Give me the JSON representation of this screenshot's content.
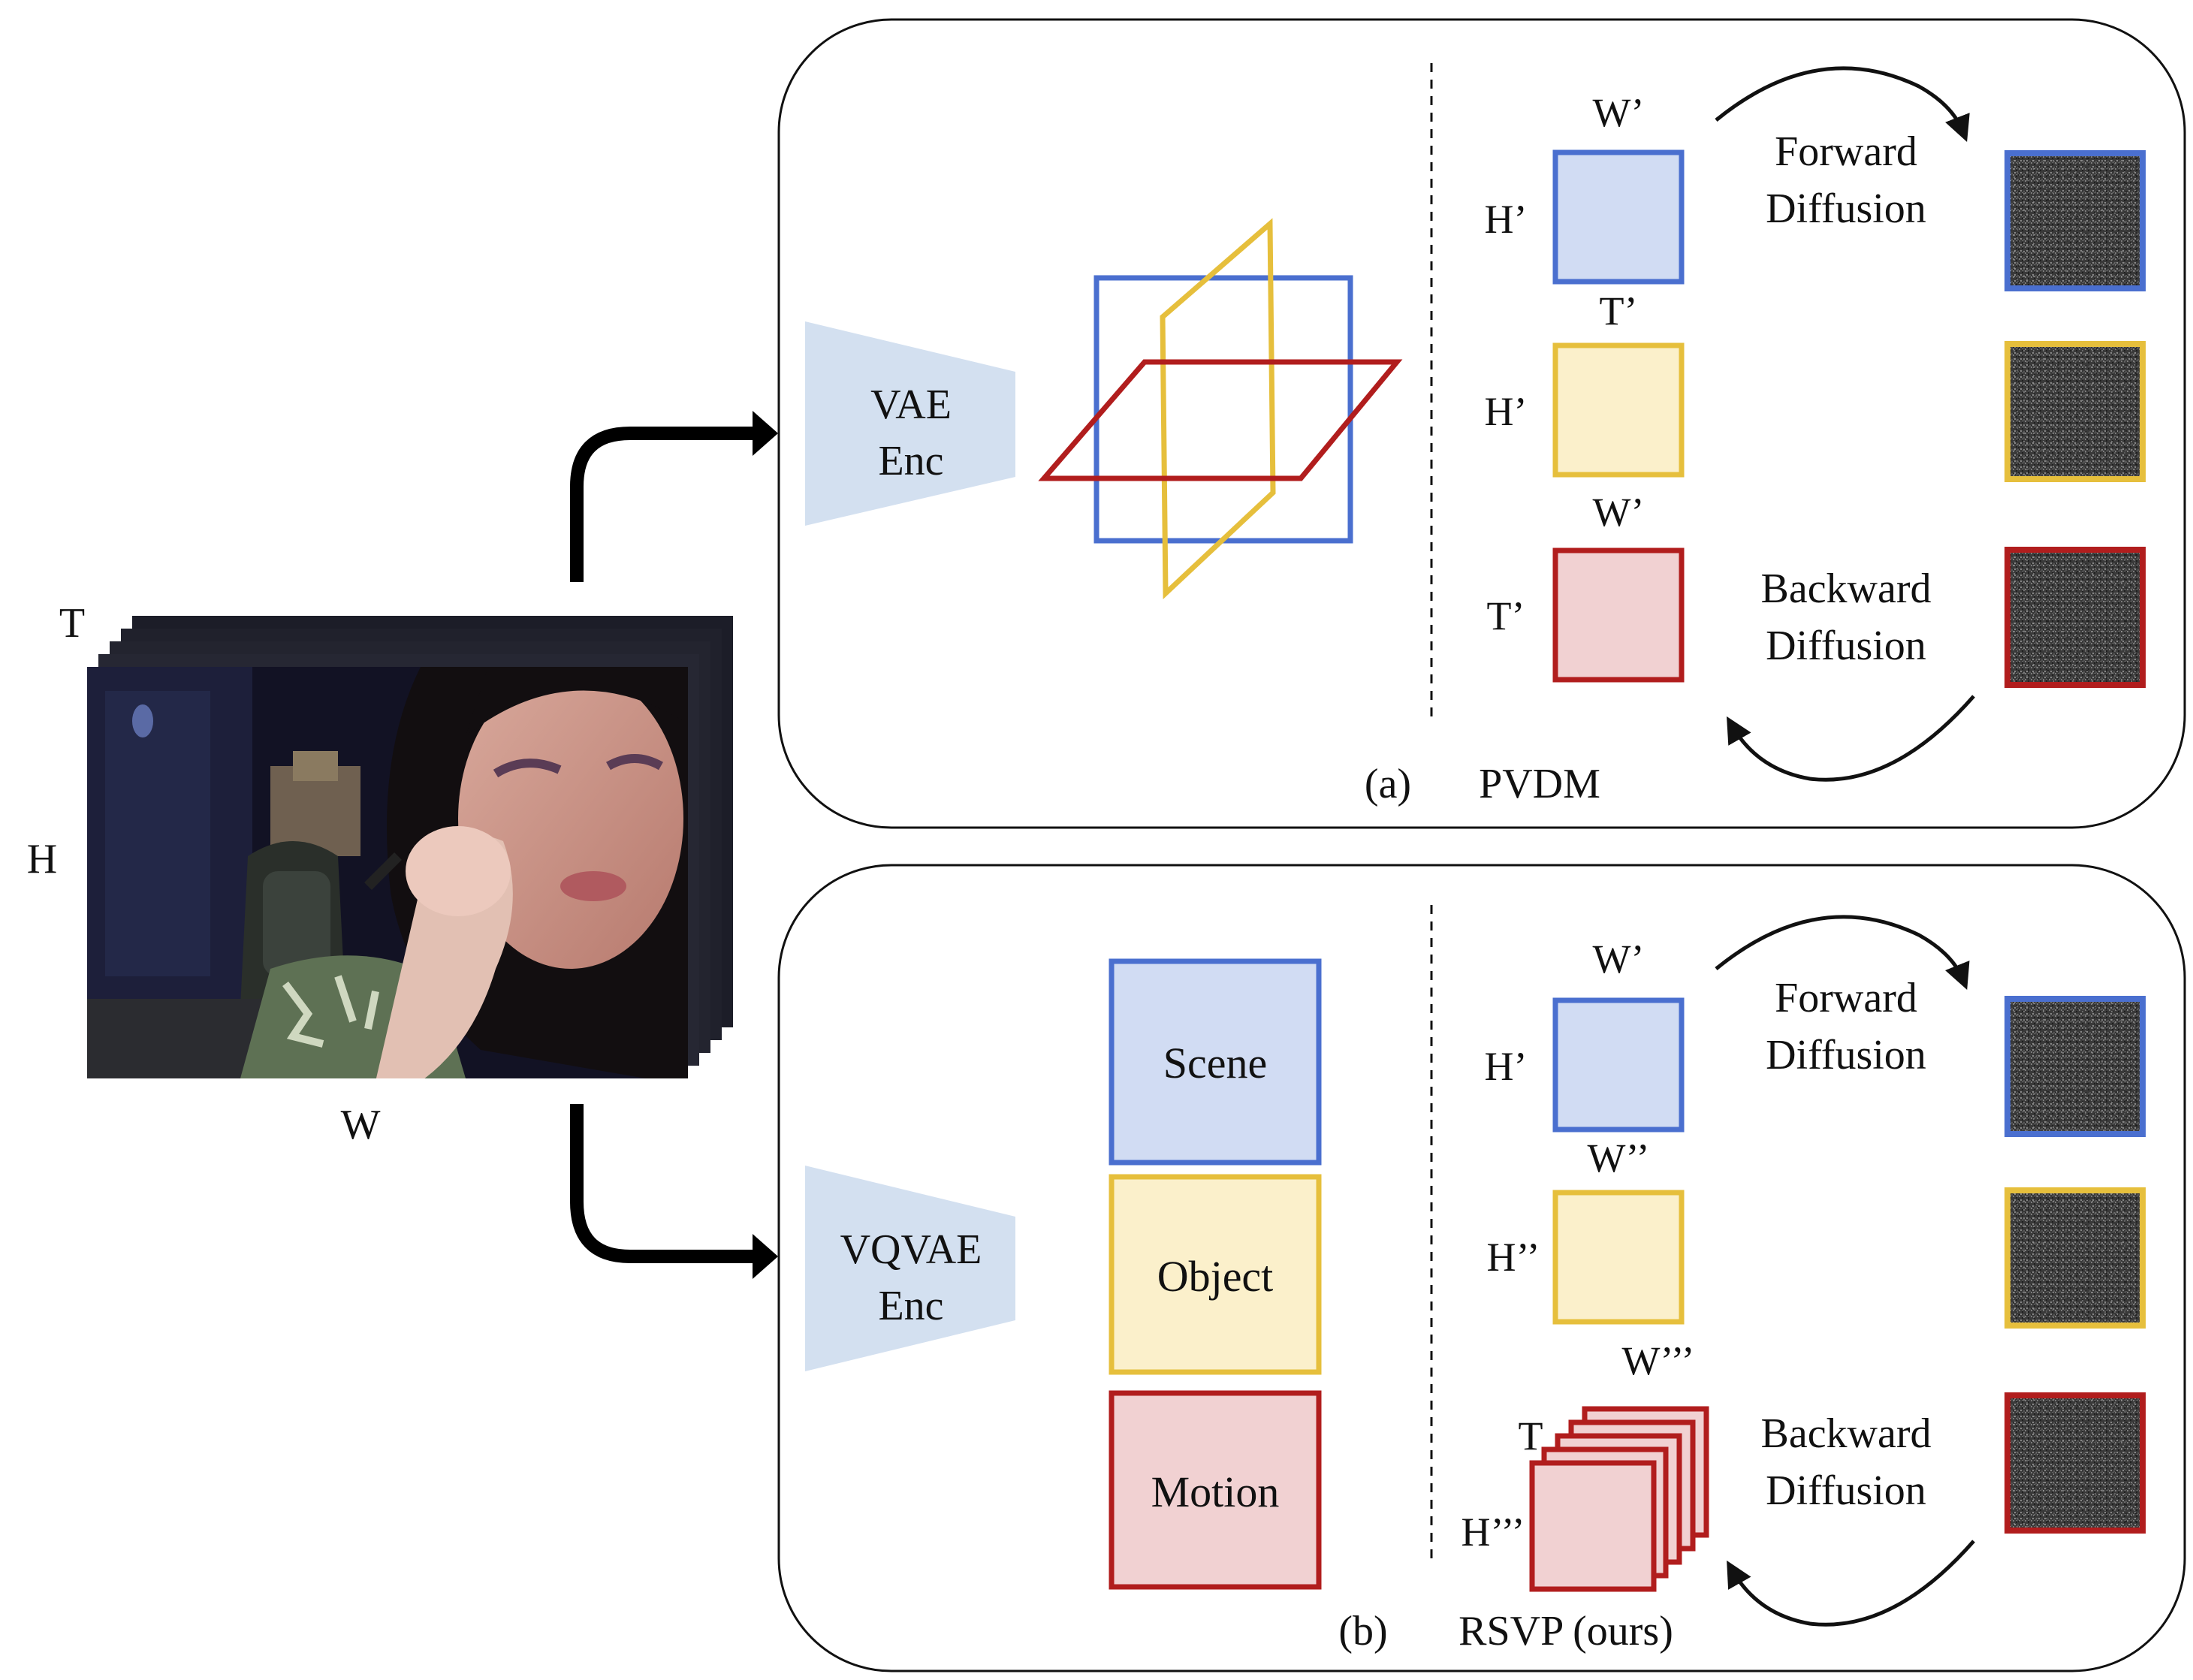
{
  "video": {
    "t_label": "T",
    "h_label": "H",
    "w_label": "W"
  },
  "panel_a": {
    "encoder_lines": [
      "VAE",
      "Enc"
    ],
    "caption_letter": "(a)",
    "caption_name": "PVDM",
    "planes": [
      {
        "color": "blue",
        "top_label": "W’",
        "side_label": "H’"
      },
      {
        "color": "yellow",
        "top_label": "T’",
        "side_label": "H’"
      },
      {
        "color": "red",
        "top_label": "W’",
        "side_label": "T’"
      }
    ],
    "forward": [
      "Forward",
      "Diffusion"
    ],
    "backward": [
      "Backward",
      "Diffusion"
    ]
  },
  "panel_b": {
    "encoder_lines": [
      "VQVAE",
      "Enc"
    ],
    "caption_letter": "(b)",
    "caption_name": "RSVP (ours)",
    "components": [
      "Scene",
      "Object",
      "Motion"
    ],
    "latents": [
      {
        "color": "blue",
        "top_label": "W’",
        "side_label": "H’"
      },
      {
        "color": "yellow",
        "top_label": "W’’",
        "side_label": "H’’"
      },
      {
        "color": "red",
        "top_label": "W’’’",
        "side_label": "H’’’",
        "depth_label": "T"
      }
    ],
    "forward": [
      "Forward",
      "Diffusion"
    ],
    "backward": [
      "Backward",
      "Diffusion"
    ]
  },
  "colors": {
    "blue": "#4a6fcf",
    "blue_fill": "#d1dcf3",
    "yellow": "#e6bf3c",
    "yellow_fill": "#fbf0cb",
    "red": "#b11d1d",
    "red_fill": "#f1d1d2",
    "encoder_fill": "#d3e0f0",
    "noise_bg": "#3b3b3b"
  }
}
